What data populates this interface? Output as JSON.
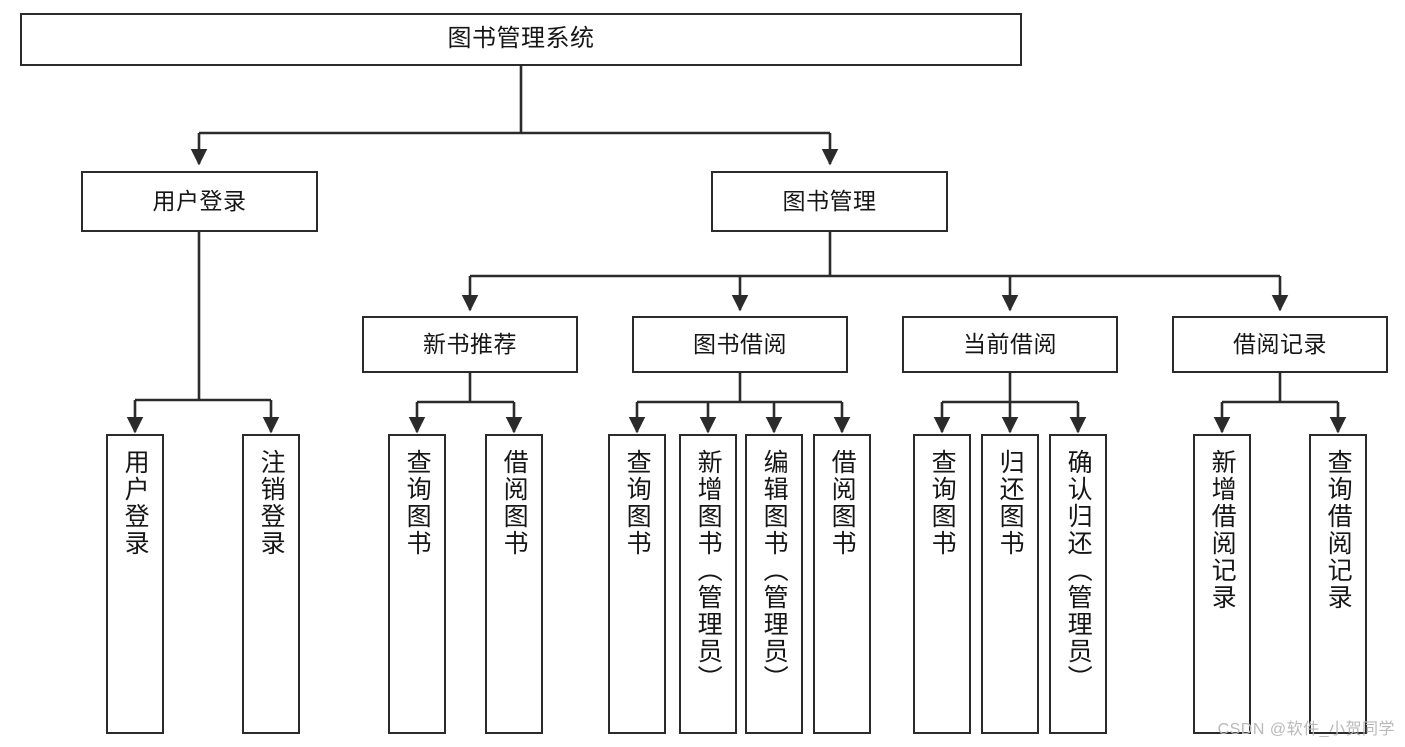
{
  "diagram": {
    "title": "图书管理系统",
    "type": "hierarchy-tree",
    "watermark": "CSDN @软件_小贺同学",
    "colors": {
      "box_border": "#2b2b2b",
      "box_fill": "#ffffff",
      "connector": "#2b2b2b",
      "text": "#161616",
      "watermark": "#b9b9b9",
      "background": "#ffffff"
    },
    "nodes": {
      "root": {
        "label": "图书管理系统"
      },
      "level2": [
        {
          "label": "用户登录"
        },
        {
          "label": "图书管理"
        }
      ],
      "level3": [
        {
          "label": "新书推荐"
        },
        {
          "label": "图书借阅"
        },
        {
          "label": "当前借阅"
        },
        {
          "label": "借阅记录"
        }
      ],
      "leaves": {
        "user_login": [
          {
            "label": "用户登录"
          },
          {
            "label": "注销登录"
          }
        ],
        "new_book": [
          {
            "label": "查询图书"
          },
          {
            "label": "借阅图书"
          }
        ],
        "book_borrow": [
          {
            "label": "查询图书"
          },
          {
            "label": "新增图书（管理员）"
          },
          {
            "label": "编辑图书（管理员）"
          },
          {
            "label": "借阅图书"
          }
        ],
        "current_borrow": [
          {
            "label": "查询图书"
          },
          {
            "label": "归还图书"
          },
          {
            "label": "确认归还（管理员）"
          }
        ],
        "borrow_record": [
          {
            "label": "新增借阅记录"
          },
          {
            "label": "查询借阅记录"
          }
        ]
      }
    }
  }
}
